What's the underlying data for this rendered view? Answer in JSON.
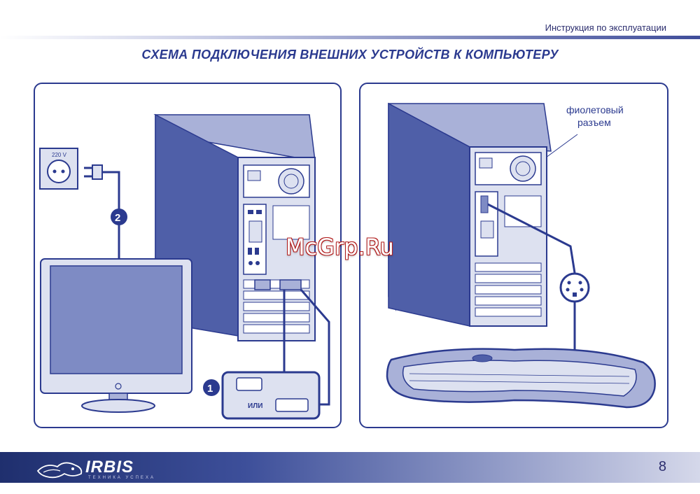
{
  "header": {
    "manual_title": "Инструкция по эксплуатации"
  },
  "title": "СХЕМА ПОДКЛЮЧЕНИЯ ВНЕШНИХ УСТРОЙСТВ К КОМПЬЮТЕРУ",
  "left_panel": {
    "socket_voltage": "220 V",
    "step_power": "2",
    "step_video": "1",
    "or_label": "ИЛИ"
  },
  "right_panel": {
    "callout_line1": "фиолетовый",
    "callout_line2": "разъем"
  },
  "watermark": "McGrp.Ru",
  "footer": {
    "brand": "IRBIS",
    "tagline": "ТЕХНИКА УСПЕХА",
    "page_number": "8"
  },
  "colors": {
    "accent": "#2b3a8f",
    "tower": "#4f5fa8",
    "tower_side": "#a9b1d8",
    "light_fill": "#dde1f0"
  }
}
